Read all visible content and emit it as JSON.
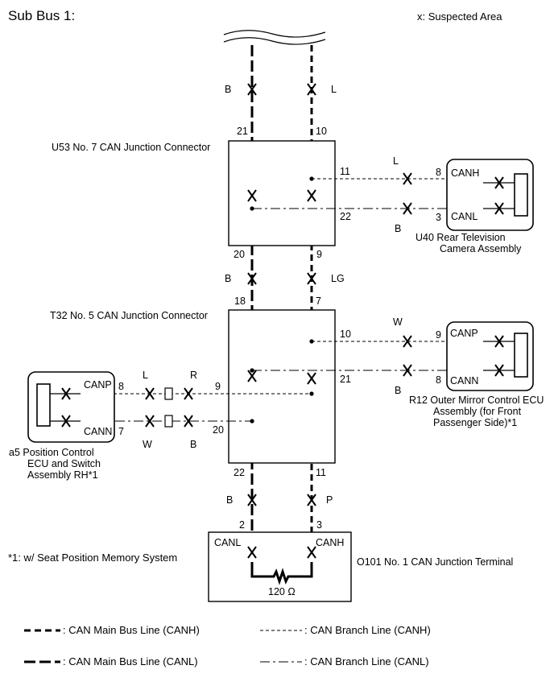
{
  "title": "Sub Bus 1:",
  "note_suspected": "x: Suspected Area",
  "footnote": "*1: w/ Seat Position Memory System",
  "wire_colors": {
    "top_h": "L",
    "top_l": "B",
    "mid_h": "LG",
    "mid_l": "B",
    "bot_h": "P",
    "bot_l": "B",
    "u40_h": "L",
    "u40_l": "B",
    "r12_h": "W",
    "r12_l": "B",
    "a5_h_left": "L",
    "a5_h_right": "R",
    "a5_l_left": "W",
    "a5_l_right": "B"
  },
  "u53": {
    "label": "U53   No. 7 CAN Junction Connector",
    "pins": {
      "top_l": "21",
      "top_h": "10",
      "branch_h": "11",
      "branch_l": "22",
      "bot_l": "20",
      "bot_h": "9"
    }
  },
  "t32": {
    "label": "T32   No. 5 CAN Junction Connector",
    "pins": {
      "top_l": "18",
      "top_h": "7",
      "right_h": "10",
      "right_l": "21",
      "left_h": "9",
      "left_l": "20",
      "bot_l": "22",
      "bot_h": "11"
    }
  },
  "o101": {
    "label": "O101   No. 1 CAN Junction Terminal",
    "pins": {
      "l": "2",
      "h": "3"
    },
    "canl": "CANL",
    "canh": "CANH",
    "resistor": "120 Ω"
  },
  "u40": {
    "label_line1": "U40   Rear Television",
    "label_line2": "Camera Assembly",
    "pin_h": "8",
    "pin_l": "3",
    "sig_h": "CANH",
    "sig_l": "CANL"
  },
  "r12": {
    "label_line1": "R12   Outer Mirror Control ECU",
    "label_line2": "Assembly (for Front",
    "label_line3": "Passenger Side)*1",
    "pin_h": "9",
    "pin_l": "8",
    "sig_h": "CANP",
    "sig_l": "CANN"
  },
  "a5": {
    "label_line1": "a5   Position Control",
    "label_line2": "ECU and Switch",
    "label_line3": "Assembly RH*1",
    "pin_h": "8",
    "pin_l": "7",
    "sig_h": "CANP",
    "sig_l": "CANN"
  },
  "legend": {
    "main_h": ": CAN Main Bus Line (CANH)",
    "main_l": ": CAN Main Bus Line (CANL)",
    "branch_h": ": CAN Branch Line (CANH)",
    "branch_l": ": CAN Branch Line (CANL)"
  }
}
